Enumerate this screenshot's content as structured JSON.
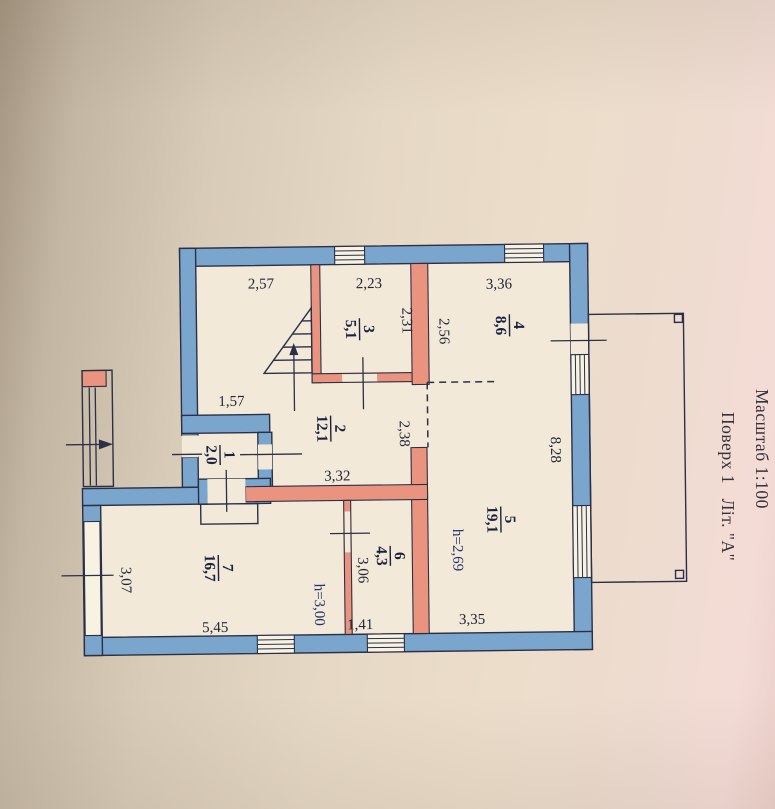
{
  "sheet": {
    "scale_label": "Масштаб 1:100",
    "floor_label": "Поверх 1   Літ. \"А\""
  },
  "rooms": [
    {
      "number": "1",
      "area": "2,0"
    },
    {
      "number": "2",
      "area": "12,1"
    },
    {
      "number": "3",
      "area": "5,1"
    },
    {
      "number": "4",
      "area": "8,6"
    },
    {
      "number": "5",
      "area": "19,1",
      "height": "h=2,69"
    },
    {
      "number": "6",
      "area": "4,3"
    },
    {
      "number": "7",
      "area": "16,7",
      "height": "h=3,00"
    }
  ],
  "dimensions": {
    "top_left": "2,57",
    "top_middle": "2,23",
    "top_right": "3,36",
    "room3_depth": "2,31",
    "room4_left": "2,56",
    "right_wall": "8,28",
    "vestibule_top": "1,57",
    "hall_right": "2,38",
    "hall_bottom": "3,32",
    "left_lower_wall": "3,07",
    "room6_left": "3,06",
    "bottom_left": "5,45",
    "bottom_middle": "1,41",
    "bottom_right": "3,35"
  },
  "colors": {
    "exterior_wall": "#7aa5cd",
    "partition_wall": "#ea947f",
    "line": "#2b3046",
    "room_fill": "#f2e9d8",
    "dim_text": "#232738",
    "room_text": "#1b2240",
    "height_text": "#243368"
  }
}
